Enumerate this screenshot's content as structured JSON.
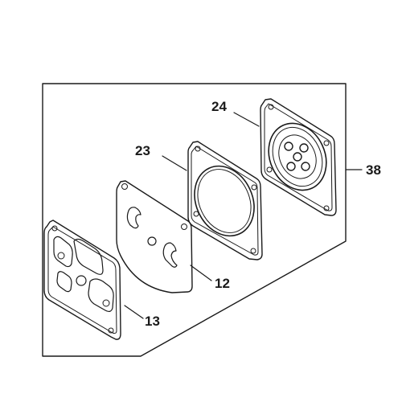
{
  "diagram": {
    "stroke_color": "#1a1a1a",
    "background": "#ffffff",
    "callouts": {
      "kit": "38",
      "diaphragm": "24",
      "gasket_ring": "23",
      "plate": "12",
      "gasket_frame": "13"
    }
  }
}
